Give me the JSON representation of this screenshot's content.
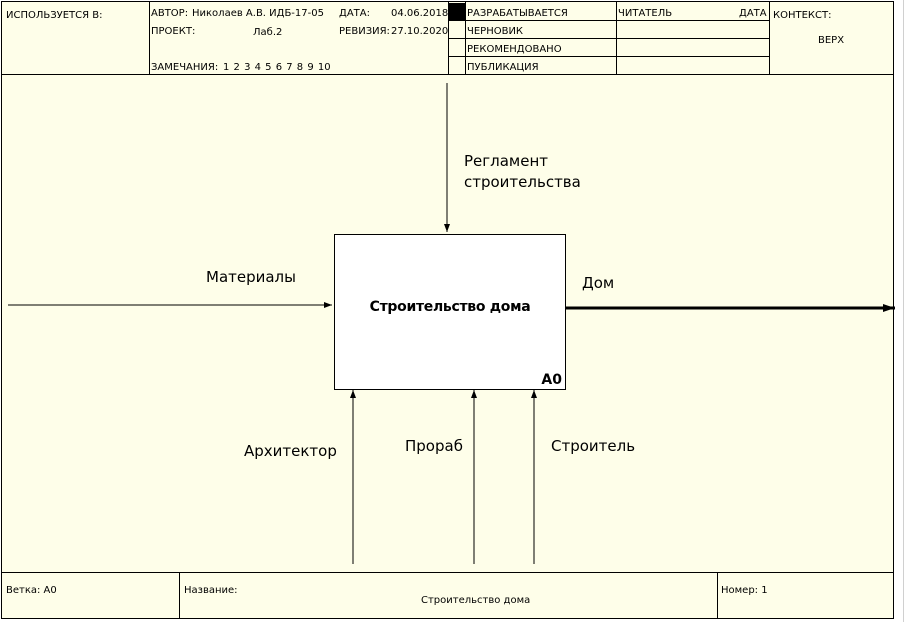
{
  "header": {
    "used_at": "ИСПОЛЬЗУЕТСЯ В:",
    "author_label": "АВТОР:",
    "author_value": "Николаев А.В. ИДБ-17-05",
    "date_label": "ДАТА:",
    "date_value": "04.06.2018",
    "project_label": "ПРОЕКТ:",
    "project_value": "Лаб.2",
    "revision_label": "РЕВИЗИЯ:",
    "revision_value": "27.10.2020",
    "notes_label": "ЗАМЕЧАНИЯ:",
    "notes_numbers": "1 2 3 4 5 6 7 8 9 10",
    "statuses": [
      "РАЗРАБАТЫВАЕТСЯ",
      "ЧЕРНОВИК",
      "РЕКОМЕНДОВАНО",
      "ПУБЛИКАЦИЯ"
    ],
    "reader_label": "ЧИТАТЕЛЬ",
    "reader_date_label": "ДАТА",
    "context_label": "КОНТЕКСТ:",
    "context_value": "ВЕРХ"
  },
  "diagram": {
    "activity": {
      "name": "Строительство дома",
      "node": "А0"
    },
    "arrows": {
      "control": "Регламент\nстроительства",
      "input": "Материалы",
      "output": "Дом",
      "mechanisms": [
        "Архитектор",
        "Прораб",
        "Строитель"
      ]
    }
  },
  "footer": {
    "node_label": "Ветка: А0",
    "title_label": "Название:",
    "title_value": "Строительство дома",
    "number_label": "Номер: 1"
  }
}
